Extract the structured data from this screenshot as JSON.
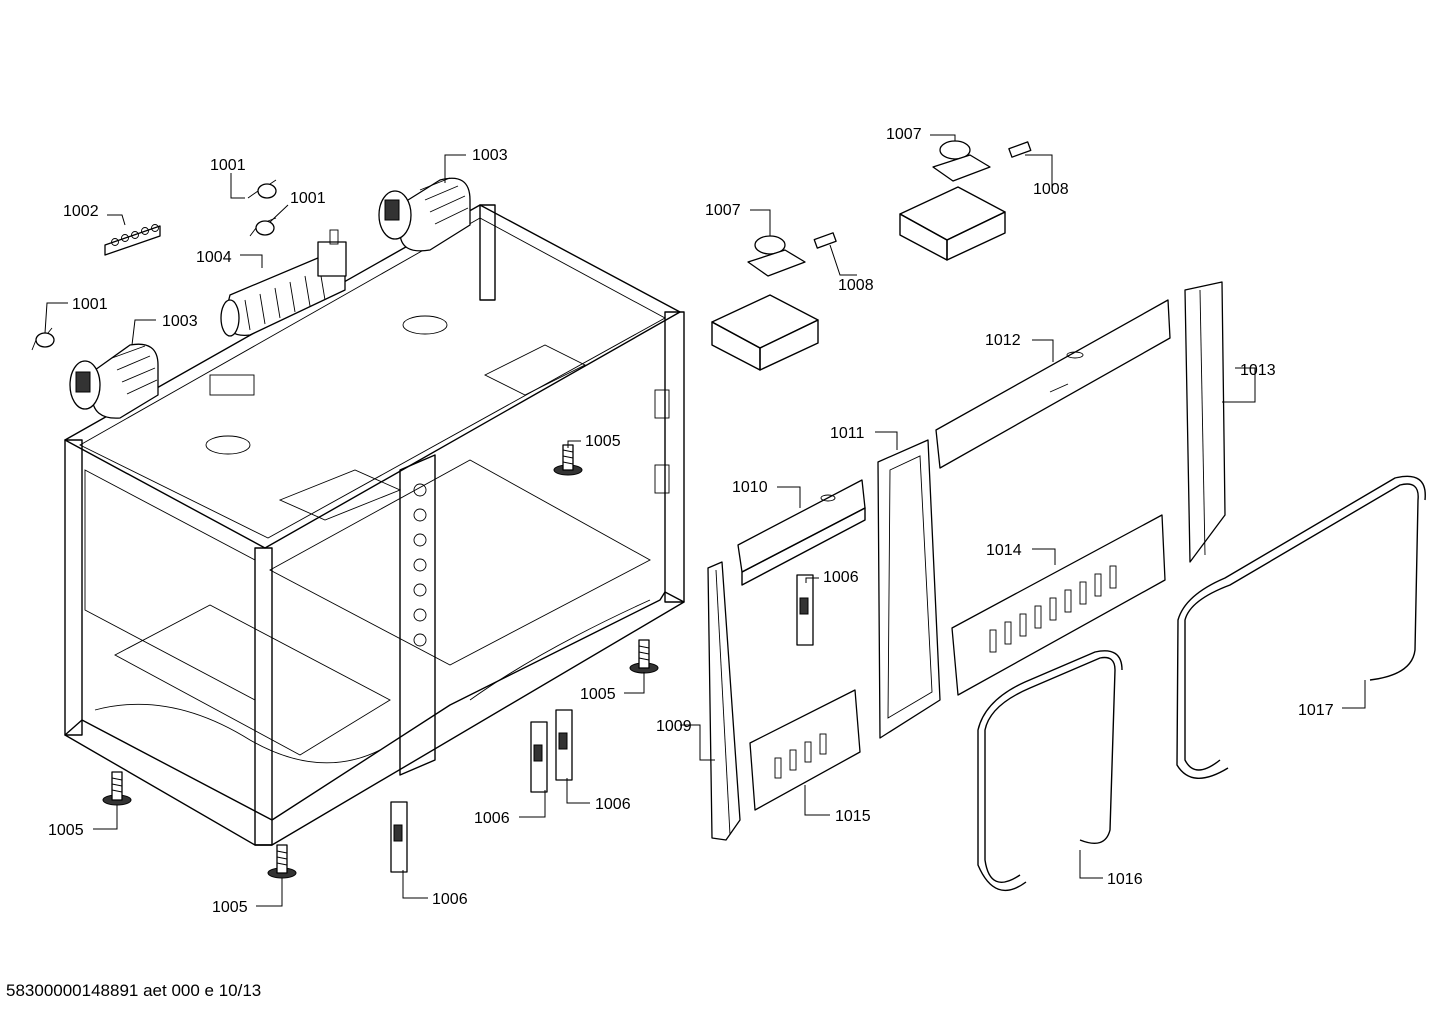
{
  "labels": {
    "l1001a": "1001",
    "l1001b": "1001",
    "l1001c": "1001",
    "l1002": "1002",
    "l1003a": "1003",
    "l1003b": "1003",
    "l1004": "1004",
    "l1005a": "1005",
    "l1005b": "1005",
    "l1005c": "1005",
    "l1005d": "1005",
    "l1006a": "1006",
    "l1006b": "1006",
    "l1006c": "1006",
    "l1006d": "1006",
    "l1007a": "1007",
    "l1007b": "1007",
    "l1008a": "1008",
    "l1008b": "1008",
    "l1009": "1009",
    "l1010": "1010",
    "l1011": "1011",
    "l1012": "1012",
    "l1013": "1013",
    "l1014": "1014",
    "l1015": "1015",
    "l1016": "1016",
    "l1017": "1017"
  },
  "footer": "58300000148891 aet 000 e 10/13"
}
